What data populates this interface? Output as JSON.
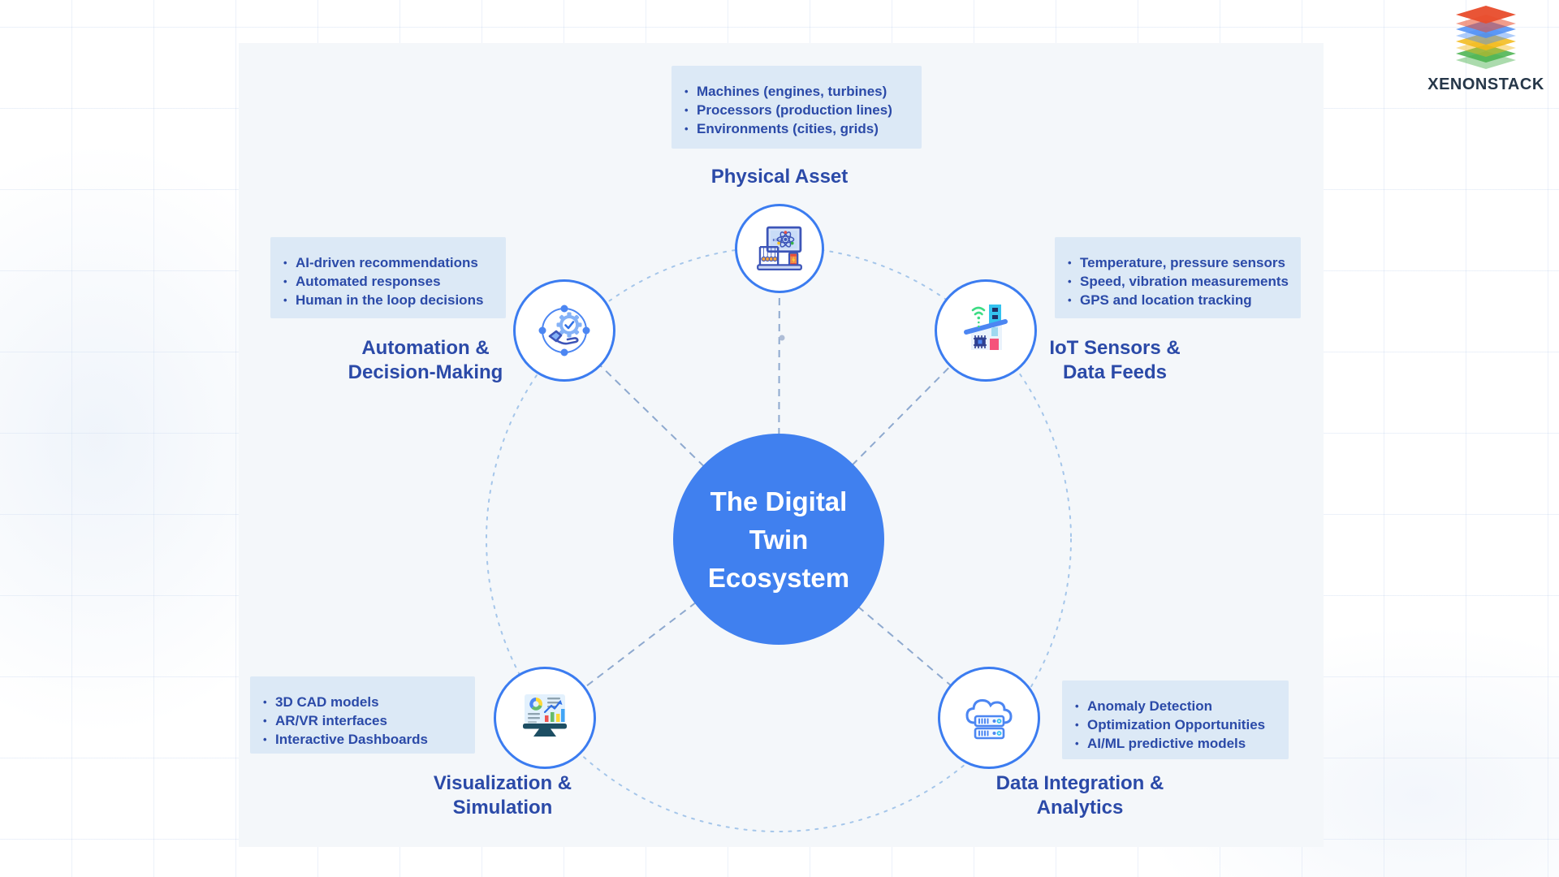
{
  "diagram": {
    "title": "The Digital Twin Ecosystem"
  },
  "nodes": [
    {
      "id": "physical-asset",
      "label": "Physical Asset",
      "icon": "physics-lab-monitor-icon",
      "bullets": [
        "Machines (engines, turbines)",
        "Processors (production lines)",
        "Environments (cities, grids)"
      ]
    },
    {
      "id": "iot-sensors-data-feeds",
      "label": "IoT Sensors &\nData Feeds",
      "icon": "smart-building-sensor-icon",
      "bullets": [
        "Temperature, pressure sensors",
        "Speed, vibration measurements",
        "GPS and location tracking"
      ]
    },
    {
      "id": "automation-decision-making",
      "label": "Automation &\nDecision-Making",
      "icon": "gear-hand-check-icon",
      "bullets": [
        "AI-driven recommendations",
        "Automated responses",
        "Human in the loop decisions"
      ]
    },
    {
      "id": "visualization-simulation",
      "label": "Visualization &\nSimulation",
      "icon": "dashboard-monitor-icon",
      "bullets": [
        "3D CAD models",
        "AR/VR interfaces",
        "Interactive Dashboards"
      ]
    },
    {
      "id": "data-integration-analytics",
      "label": "Data Integration &\nAnalytics",
      "icon": "cloud-server-icon",
      "bullets": [
        "Anomaly Detection",
        "Optimization Opportunities",
        "AI/ML predictive models"
      ]
    }
  ],
  "logo": {
    "brand": "XENONSTACK",
    "layer_colors": [
      "#e84c2b",
      "#4c8df5",
      "#f2b815",
      "#45b04a"
    ]
  },
  "colors": {
    "center_circle": "#4080ef",
    "node_border": "#3b7cf0",
    "text_blue": "#2b4aa8",
    "box_background": "#dce9f6",
    "panel_background": "#f4f7fa",
    "ring_dash": "#a5c6ea",
    "line_dash": "#8ea9cf"
  }
}
